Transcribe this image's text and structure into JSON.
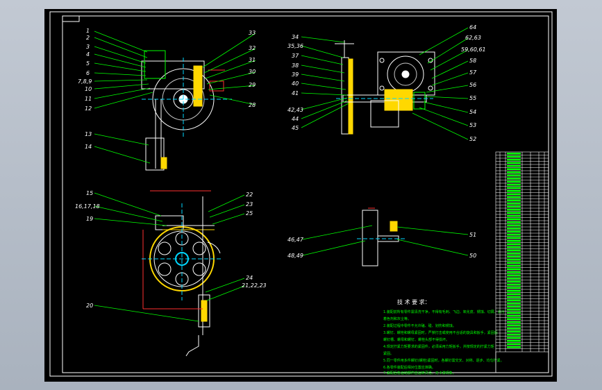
{
  "drawing": {
    "leader_labels_top_left": [
      "1",
      "2",
      "3",
      "4",
      "5",
      "6",
      "7,8,9",
      "10",
      "11",
      "12",
      "13",
      "14"
    ],
    "leader_labels_top_left_right": [
      "33",
      "32",
      "31",
      "30",
      "29",
      "28"
    ],
    "leader_labels_top_right_left": [
      "34",
      "35,36",
      "37",
      "38",
      "39",
      "40",
      "41",
      "42,43",
      "44",
      "45"
    ],
    "leader_labels_top_right_right": [
      "64",
      "62,63",
      "59,60,61",
      "58",
      "57",
      "56",
      "55",
      "54",
      "53",
      "52"
    ],
    "leader_labels_bottom_left": [
      "15",
      "16,17,18",
      "19",
      "20"
    ],
    "leader_labels_bottom_left_right": [
      "22",
      "23",
      "25",
      "24",
      "21,22,23"
    ],
    "leader_labels_detail": [
      "46,47",
      "48,49",
      "51",
      "50"
    ],
    "notes_title": "技 术 要 求：",
    "note_lines": [
      "1.装配前所有零件需清洗干净，不得有毛刺、飞边、氧化皮、锈蚀、切屑、油污",
      "着色剂和灰尘等。",
      "2.装配过程中零件不允许磕、碰、划伤和锈蚀。",
      "3.螺钉、螺栓和螺母紧固时，严禁打击或使用不合适的旋具和扳手，紧固后",
      "螺钉槽、螺母和螺钉、螺栓头部不得损坏。",
      "4.规定拧紧力矩要求的紧固件，必须采用力矩扳手，并按规定的拧紧力矩",
      "紧固。",
      "5.同一零件用多件螺钉(螺栓)紧固时，各螺钉需交叉、对称、逐步、均匀拧紧。",
      "6.各零件装配后相对位置应准确。",
      "7.装配后各运动部件应运转灵活，无卡滞现象。"
    ]
  }
}
